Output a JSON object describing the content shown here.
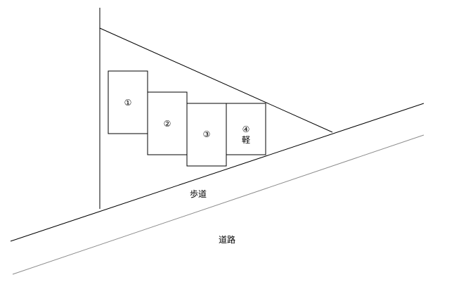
{
  "lot": {
    "spaces": [
      {
        "number": "①",
        "note": ""
      },
      {
        "number": "②",
        "note": ""
      },
      {
        "number": "③",
        "note": ""
      },
      {
        "number": "④",
        "note": "軽"
      }
    ]
  },
  "labels": {
    "sidewalk": "歩道",
    "road": "道路"
  },
  "colors": {
    "line": "#000000",
    "road_far_edge": "#8c8c8c",
    "background": "#ffffff"
  }
}
